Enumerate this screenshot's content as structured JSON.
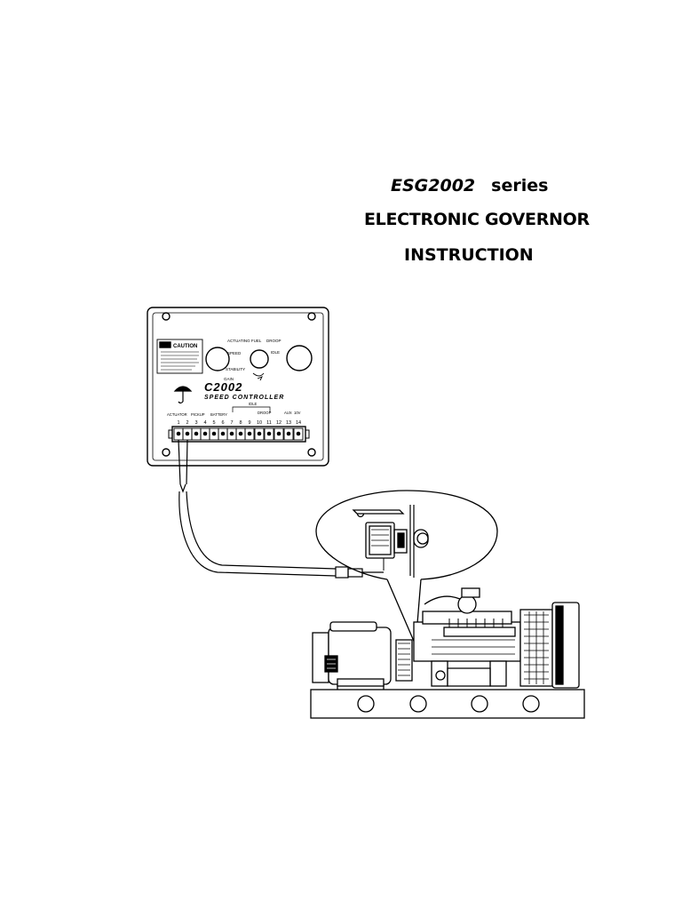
{
  "title": {
    "model": "ESG2002",
    "series": "series",
    "line2": "ELECTRONIC GOVERNOR",
    "line3": "INSTRUCTION"
  },
  "controller": {
    "caution_title": "CAUTION",
    "brand": "C2002",
    "subtitle": "SPEED CONTROLLER",
    "knob_labels": [
      "ACTUATING FUEL",
      "DROOP",
      "GAIN",
      "SPEED",
      "STABILITY",
      "IDLE"
    ],
    "terminal_groups": [
      "ACTUATOR",
      "PICKUP",
      "BATTERY",
      "IDLE",
      "DROOP",
      "AUX",
      "10V"
    ],
    "terminal_numbers": [
      "1",
      "2",
      "3",
      "4",
      "5",
      "6",
      "7",
      "8",
      "9",
      "10",
      "11",
      "12",
      "13",
      "14"
    ]
  }
}
